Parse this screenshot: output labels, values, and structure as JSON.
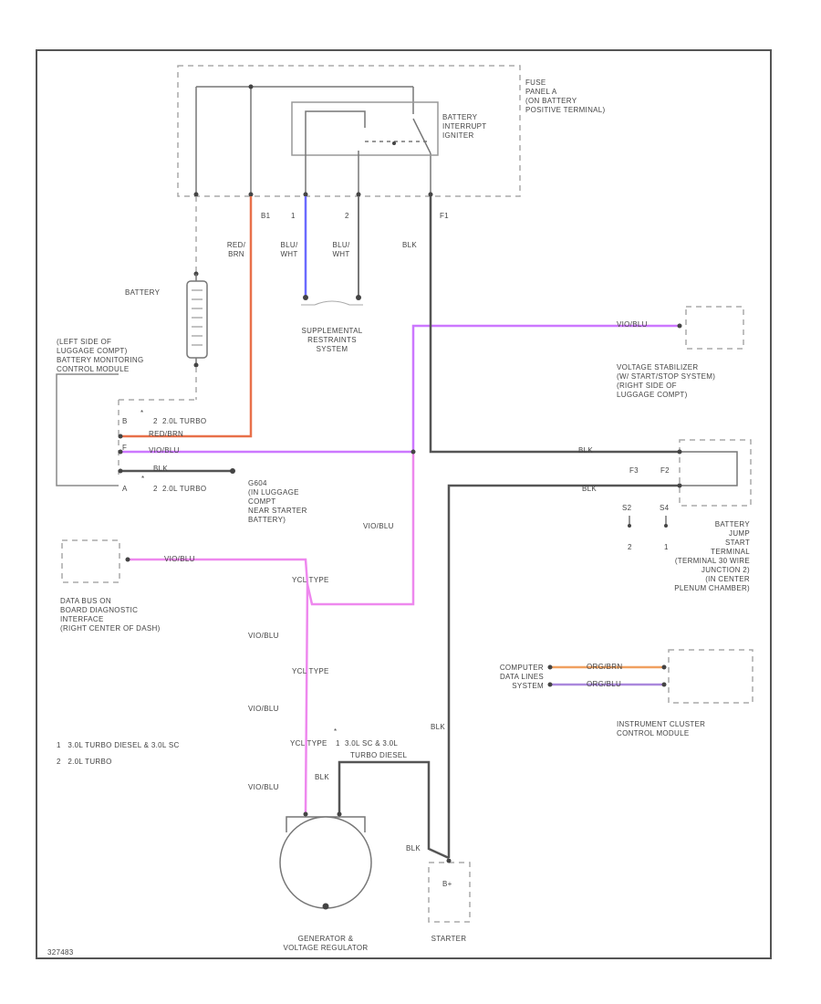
{
  "colors": {
    "red_brn": "#e8704a",
    "blu": "#6b6bff",
    "vio_blu": "#cc77ff",
    "vio_blu_light": "#ee88ee",
    "blk": "#555555",
    "org_brn": "#f0a060",
    "org_blu": "#aa88dd",
    "border": "#555555",
    "dashed": "#aaaaaa"
  },
  "components": {
    "fuse_panel": "FUSE\nPANEL A\n(ON BATTERY\nPOSITIVE TERMINAL)",
    "battery_interrupt": "BATTERY\nINTERRUPT\nIGNITER",
    "battery": "BATTERY",
    "battery_monitoring": "(LEFT SIDE OF\nLUGGAGE COMPT)\nBATTERY MONITORING\nCONTROL MODULE",
    "supplemental_restraints": "SUPPLEMENTAL\nRESTRAINTS\nSYSTEM",
    "voltage_stabilizer": "VOLTAGE STABILIZER\n(W/ START/STOP SYSTEM)\n(RIGHT SIDE OF\nLUGGAGE COMPT)",
    "ground_g604": "G604\n(IN LUGGAGE\nCOMPT\nNEAR STARTER\nBATTERY)",
    "data_bus": "DATA BUS ON\nBOARD DIAGNOSTIC\nINTERFACE\n(RIGHT CENTER OF DASH)",
    "battery_jump": "BATTERY\nJUMP\nSTART\nTERMINAL\n(TERMINAL 30 WIRE\nJUNCTION 2)\n(IN CENTER\nPLENUM CHAMBER)",
    "computer_data_lines": "COMPUTER\nDATA LINES\nSYSTEM",
    "instrument_cluster": "INSTRUMENT CLUSTER\nCONTROL MODULE",
    "generator": "GENERATOR &\nVOLTAGE REGULATOR",
    "starter": "STARTER",
    "starter_pin": "B+"
  },
  "wires": {
    "red_brn": "RED/\nBRN",
    "blu_wht_1": "BLU/\nWHT",
    "blu_wht_2": "BLU/\nWHT",
    "blk": "BLK",
    "vio_blu": "VIO/BLU",
    "red_brn_h": "RED/BRN",
    "org_brn": "ORG/BRN",
    "org_blu": "ORG/BLU"
  },
  "pins": {
    "b1": "B1",
    "p1": "1",
    "p2": "2",
    "f1": "F1",
    "f2": "F2",
    "f3": "F3",
    "bm_b": "B",
    "bm_f": "F",
    "bm_a": "A",
    "jump_s2": "S2",
    "jump_s4": "S4",
    "jump_2": "2",
    "jump_1": "1"
  },
  "notes": {
    "turbo_20": "2.0L TURBO",
    "turbo_20_b": "2.0L TURBO",
    "star1": "*",
    "star2": "*",
    "star3": "*",
    "note_2": "2",
    "note_1": "1",
    "note_2b": "2",
    "gen_variant": "3.0L SC & 3.0L",
    "gen_variant_sub": "TURBO DIESEL",
    "ycl_1": "YCL TYPE",
    "ycl_2": "YCL TYPE",
    "ycl_3": "YCL TYPE",
    "footnote_1": "1   3.0L TURBO DIESEL & 3.0L SC",
    "footnote_2": "2   2.0L TURBO",
    "diagram_id": "327483"
  }
}
